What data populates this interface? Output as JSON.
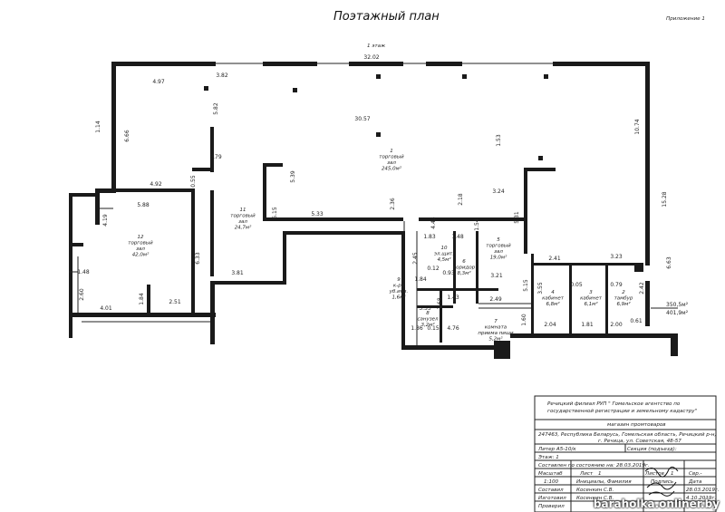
{
  "title": "Поэтажный план",
  "appendix": "Приложение 1",
  "entrance_label": "1 этаж",
  "dimensions": [
    {
      "v": "32.02"
    },
    {
      "v": "4.97"
    },
    {
      "v": "3.82"
    },
    {
      "v": "1.14"
    },
    {
      "v": "6.66"
    },
    {
      "v": "5.82"
    },
    {
      "v": "30.57"
    },
    {
      "v": "1.53"
    },
    {
      "v": "10.74"
    },
    {
      "v": "15.28"
    },
    {
      "v": "3.79"
    },
    {
      "v": "4.92"
    },
    {
      "v": "0.55"
    },
    {
      "v": "5.88"
    },
    {
      "v": "4.19"
    },
    {
      "v": "5.39"
    },
    {
      "v": "6.15"
    },
    {
      "v": "5.33"
    },
    {
      "v": "2.36"
    },
    {
      "v": "4.43"
    },
    {
      "v": "2.18"
    },
    {
      "v": "3.24"
    },
    {
      "v": "5.31"
    },
    {
      "v": "1.83"
    },
    {
      "v": "1.48"
    },
    {
      "v": "1.54"
    },
    {
      "v": "6.33"
    },
    {
      "v": "2.45"
    },
    {
      "v": "5.15"
    },
    {
      "v": "3.81"
    },
    {
      "v": "1.48"
    },
    {
      "v": "2.60"
    },
    {
      "v": "4.01"
    },
    {
      "v": "1.84"
    },
    {
      "v": "2.51"
    },
    {
      "v": "0.12"
    },
    {
      "v": "0.93"
    },
    {
      "v": "3.21"
    },
    {
      "v": "2.41"
    },
    {
      "v": "3.23"
    },
    {
      "v": "1.84"
    },
    {
      "v": "1.43"
    },
    {
      "v": "2.49"
    },
    {
      "v": "1.68"
    },
    {
      "v": "3.33"
    },
    {
      "v": "1.86"
    },
    {
      "v": "0.15"
    },
    {
      "v": "4.76"
    },
    {
      "v": "1.60"
    },
    {
      "v": "3.55"
    },
    {
      "v": "0.05"
    },
    {
      "v": "0.79"
    },
    {
      "v": "2.42"
    },
    {
      "v": "2.04"
    },
    {
      "v": "1.81"
    },
    {
      "v": "2.00"
    },
    {
      "v": "0.61"
    },
    {
      "v": "6.63"
    }
  ],
  "rooms": [
    {
      "num": "1",
      "name": "торговый",
      "name2": "зал",
      "area": "245,0м²"
    },
    {
      "num": "11",
      "name": "торговый",
      "name2": "зал",
      "area": "24,7м²"
    },
    {
      "num": "12",
      "name": "торговый",
      "name2": "зал",
      "area": "42,0м²"
    },
    {
      "num": "10",
      "name": "эл.щит.",
      "name2": "",
      "area": "4,5м²"
    },
    {
      "num": "6",
      "name": "коридор",
      "name2": "",
      "area": "8,3м²"
    },
    {
      "num": "5",
      "name": "торговый",
      "name2": "зал",
      "area": "19,0м²"
    },
    {
      "num": "9",
      "name": "к-ра",
      "name2": "уб.инв.",
      "area": "1,6м²"
    },
    {
      "num": "8",
      "name": "санузел",
      "name2": "",
      "area": "3,2м²"
    },
    {
      "num": "7",
      "name": "комната",
      "name2": "приема пищи",
      "area": "5,2м²"
    },
    {
      "num": "4",
      "name": "кабинет",
      "name2": "",
      "area": "6,8м²"
    },
    {
      "num": "3",
      "name": "кабинет",
      "name2": "",
      "area": "6,1м²"
    },
    {
      "num": "2",
      "name": "тамбур",
      "name2": "",
      "area": "6,9м²"
    }
  ],
  "totals": {
    "a": "350,5м²",
    "b": "401,9м²"
  },
  "stamp": {
    "org1": "Речицкий филиал РУП \" Гомельское агентство по",
    "org2": "государственной регистрации и земельному кадастру\"",
    "object": "магазин промтоваров",
    "addr1": "247463, Республика Беларусь, Гомельская область, Речицкий р-н,",
    "addr2": "г. Речица, ул. Советская, 48-57",
    "liter": "Литер А5-10/к",
    "section": "Секция (подъезд):",
    "floor": "Этаж: 1",
    "state": "Составлен по состоянию на:",
    "state_date": "28.03.2019г.",
    "scale_h": "Масштаб",
    "sheet_h": "Лист",
    "sheet": "1",
    "sheets_h": "Листов",
    "sheets": "1",
    "cert_h": "Свр.-",
    "scale": "1:100",
    "init_h": "Инициалы, Фамилия",
    "sign_h": "Подпись",
    "date_h": "Дата",
    "r1_role": "Составил",
    "r1_name": "Косенкин С.В.",
    "r1_date": "28.03.2019г.",
    "r2_role": "Изготовил",
    "r2_name": "Косенкин С.В.",
    "r2_date": "4.10.2019г.",
    "r3_role": "Проверил"
  },
  "watermark": "baraholka.onliner.by"
}
